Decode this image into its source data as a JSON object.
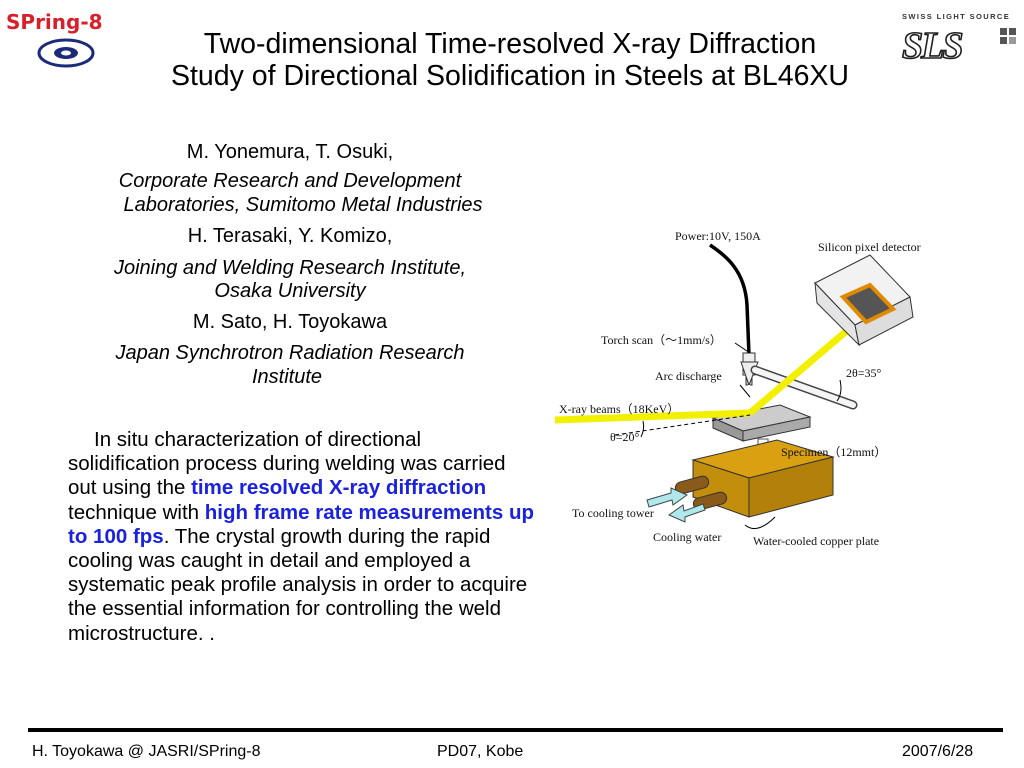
{
  "logos": {
    "spring8_text": "SPring-8",
    "sls_caption": "SWISS LIGHT SOURCE",
    "sls_letters": "SLS"
  },
  "title": {
    "line1": "Two-dimensional Time-resolved X-ray Diffraction",
    "line2": "Study of Directional Solidification in Steels at BL46XU"
  },
  "authors": [
    {
      "names": "M. Yonemura, T. Osuki,",
      "affiliation_lines": [
        "Corporate Research and Development",
        "Laboratories, Sumitomo Metal Industries"
      ]
    },
    {
      "names": "H. Terasaki, Y. Komizo,",
      "affiliation_lines": [
        "Joining and Welding Research Institute,",
        "Osaka University"
      ]
    },
    {
      "names": "M. Sato, H. Toyokawa",
      "affiliation_lines": [
        "Japan Synchrotron Radiation Research",
        "Institute"
      ]
    }
  ],
  "abstract": {
    "part1": "In situ characterization of directional solidification process during welding was carried out using the ",
    "hl1": "time resolved X-ray diffraction",
    "part2": " technique with ",
    "hl2": "high frame rate measurements up to 100 fps",
    "part3": ". The crystal growth during the rapid cooling was caught in detail and employed a systematic peak profile analysis in order to acquire the essential information for controlling the weld microstructure. ."
  },
  "diagram": {
    "power": "Power:10V, 150A",
    "detector": "Silicon pixel  detector",
    "torch_scan": "Torch scan（〜1mm/s）",
    "arc": "Arc discharge",
    "two_theta": "2θ=35°",
    "xray": "X-ray beams（18KeV）",
    "theta": "θ=20°",
    "specimen": "Specimen（12mmt）",
    "cooling_tower": "To cooling tower",
    "cooling_water": "Cooling water",
    "copper_plate": "Water-cooled copper plate"
  },
  "footer": {
    "left": "H. Toyokawa @ JASRI/SPring-8",
    "center": "PD07, Kobe",
    "right": "2007/6/28"
  },
  "colors": {
    "highlight": "#1a22e0",
    "spring8_red": "#d8202a",
    "xray_yellow": "#f2f000",
    "copper": "#d9a012"
  }
}
